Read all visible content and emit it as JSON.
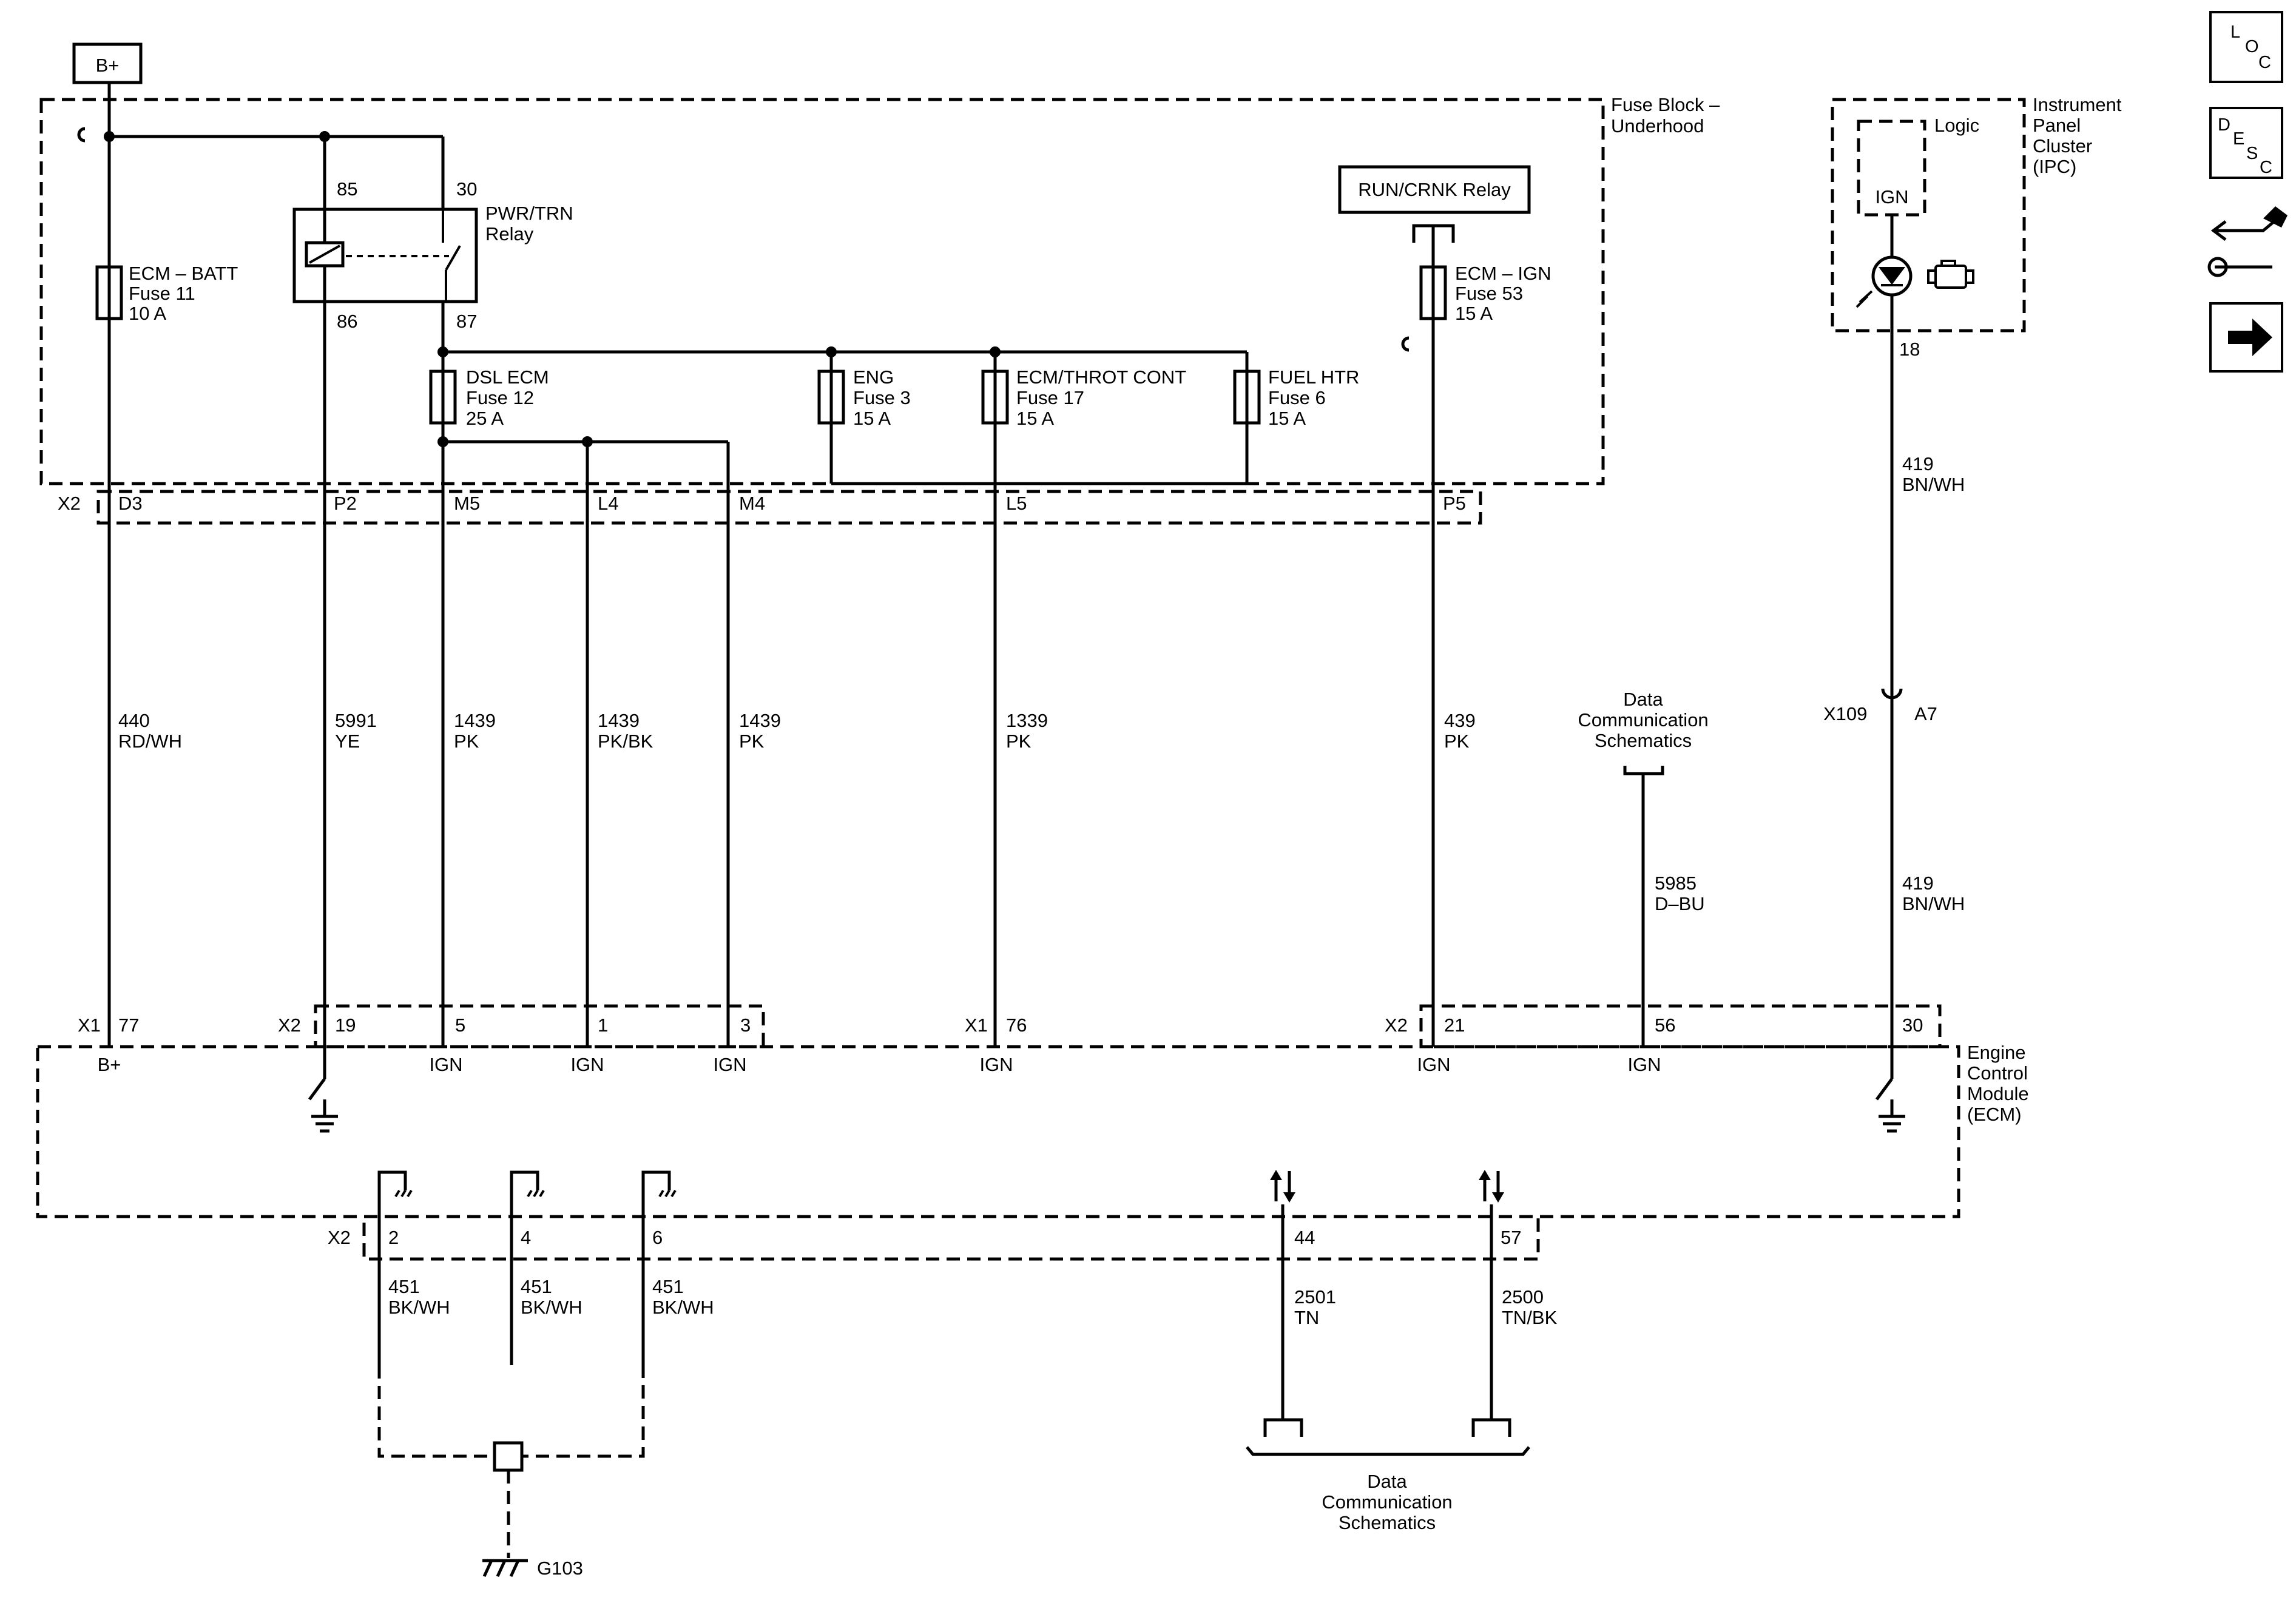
{
  "title_box": "B+",
  "run_crnk_relay": "RUN/CRNK Relay",
  "fuse_block": {
    "l1": "Fuse Block –",
    "l2": "Underhood"
  },
  "ipc": {
    "l1": "Instrument",
    "l2": "Panel",
    "l3": "Cluster",
    "l4": "(IPC)",
    "logic": "Logic",
    "ign": "IGN",
    "pin": "18"
  },
  "ecm_module": {
    "l1": "Engine",
    "l2": "Control",
    "l3": "Module",
    "l4": "(ECM)"
  },
  "relay": {
    "name1": "PWR/TRN",
    "name2": "Relay",
    "p85": "85",
    "p30": "30",
    "p86": "86",
    "p87": "87"
  },
  "fuses": {
    "ecm_batt": {
      "l1": "ECM – BATT",
      "l2": "Fuse 11",
      "l3": "10 A"
    },
    "dsl_ecm": {
      "l1": "DSL ECM",
      "l2": "Fuse 12",
      "l3": "25 A"
    },
    "eng": {
      "l1": "ENG",
      "l2": "Fuse 3",
      "l3": "15 A"
    },
    "ecm_throt": {
      "l1": "ECM/THROT CONT",
      "l2": "Fuse 17",
      "l3": "15 A"
    },
    "fuel_htr": {
      "l1": "FUEL HTR",
      "l2": "Fuse 6",
      "l3": "15 A"
    },
    "ecm_ign": {
      "l1": "ECM – IGN",
      "l2": "Fuse 53",
      "l3": "15 A"
    }
  },
  "fb_connector": {
    "name": "X2",
    "pins": [
      "D3",
      "P2",
      "M5",
      "L4",
      "M4",
      "L5",
      "P5"
    ]
  },
  "wires": [
    {
      "circuit": "440",
      "color": "RD/WH"
    },
    {
      "circuit": "5991",
      "color": "YE"
    },
    {
      "circuit": "1439",
      "color": "PK"
    },
    {
      "circuit": "1439",
      "color": "PK/BK"
    },
    {
      "circuit": "1439",
      "color": "PK"
    },
    {
      "circuit": "1339",
      "color": "PK"
    },
    {
      "circuit": "439",
      "color": "PK"
    },
    {
      "circuit": "5985",
      "color": "D–BU"
    },
    {
      "circuit": "419",
      "color": "BN/WH"
    },
    {
      "circuit": "419",
      "color": "BN/WH"
    }
  ],
  "x109": {
    "name": "X109",
    "pin": "A7"
  },
  "data_comm": {
    "l1": "Data",
    "l2": "Communication",
    "l3": "Schematics"
  },
  "ecm_top": {
    "x1_a": "X1",
    "p77": "77",
    "x2_a": "X2",
    "p19": "19",
    "p5": "5",
    "p1": "1",
    "p3": "3",
    "x1_b": "X1",
    "p76": "76",
    "x2_b": "X2",
    "p21": "21",
    "p56": "56",
    "p30": "30"
  },
  "ecm_inputs": [
    "B+",
    "IGN",
    "IGN",
    "IGN",
    "IGN",
    "IGN",
    "IGN"
  ],
  "ecm_bottom": {
    "x2": "X2",
    "p2": "2",
    "p4": "4",
    "p6": "6",
    "p44": "44",
    "p57": "57"
  },
  "ground_wires": [
    {
      "circuit": "451",
      "color": "BK/WH"
    },
    {
      "circuit": "451",
      "color": "BK/WH"
    },
    {
      "circuit": "451",
      "color": "BK/WH"
    }
  ],
  "data_wires": [
    {
      "circuit": "2501",
      "color": "TN"
    },
    {
      "circuit": "2500",
      "color": "TN/BK"
    }
  ],
  "ground_label": "G103",
  "side_icons": {
    "loc": [
      "L",
      "O",
      "C"
    ],
    "desc": [
      "D",
      "E",
      "S",
      "C"
    ]
  }
}
